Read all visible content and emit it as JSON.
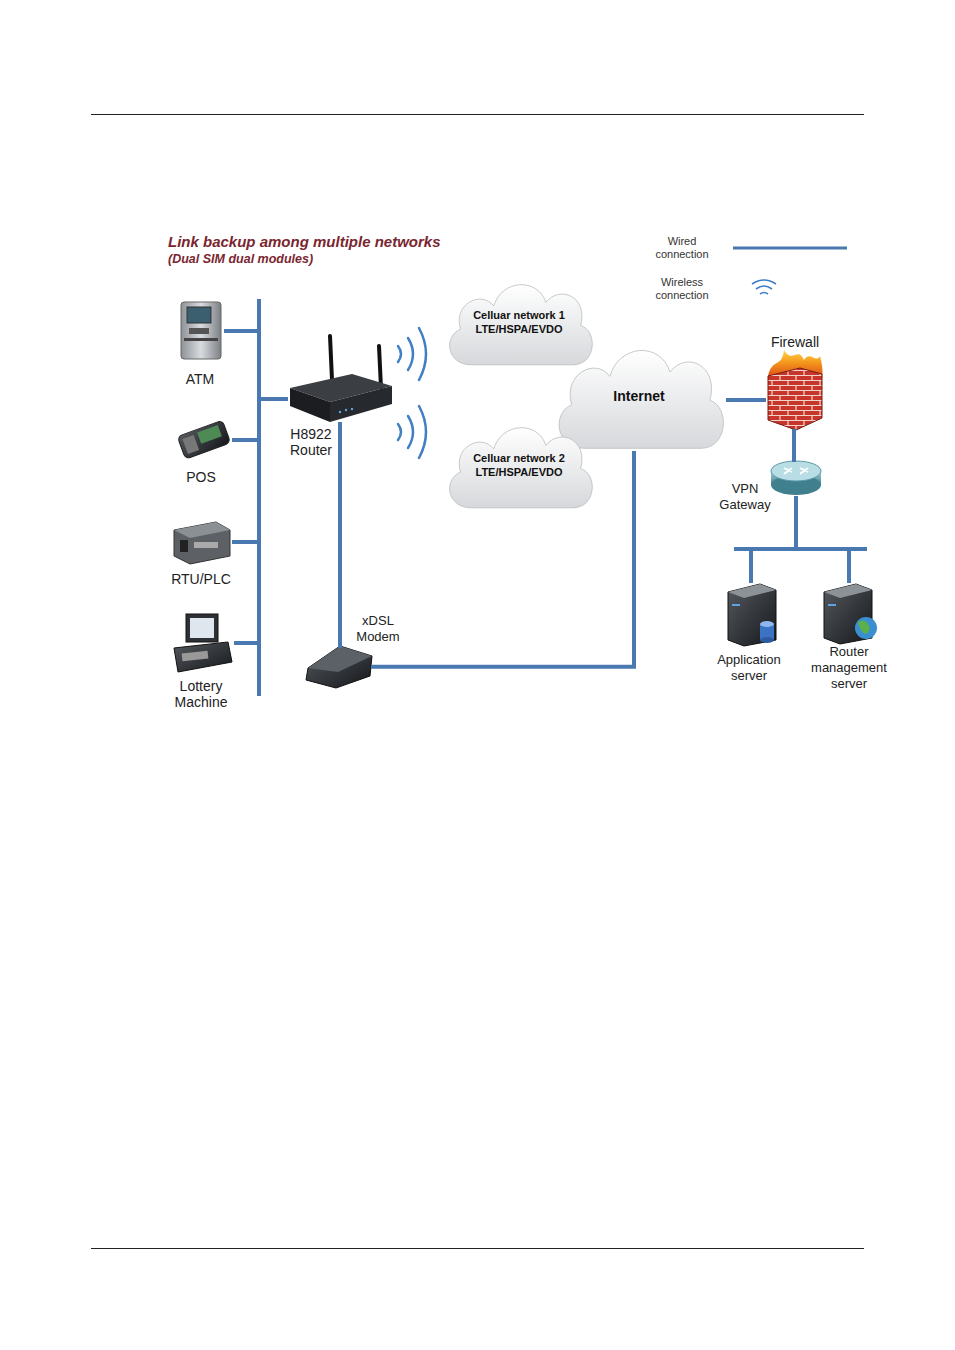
{
  "diagram": {
    "title": "Link backup among multiple networks",
    "nodes": [
      {
        "text": [
          "ATM"
        ]
      },
      {
        "text": [
          "POS"
        ]
      },
      {
        "text": [
          "RTU/PLC"
        ]
      },
      {
        "text": [
          "Lottery Machine"
        ]
      },
      {
        "text": [
          "H8922 Router"
        ]
      },
      {
        "text": [
          "Celluar network 1 LTE/HSPA/EVDO"
        ]
      },
      {
        "text": [
          "Internet"
        ]
      },
      {
        "text": [
          "Celluar network 2 LTE/HSPA/EVDO"
        ]
      },
      {
        "text": [
          "Firewall"
        ]
      },
      {
        "text": [
          "VPN Gateway"
        ]
      },
      {
        "text": [
          "xDSL Modem"
        ]
      },
      {
        "text": [
          "Application server"
        ]
      },
      {
        "text": [
          "Router management server"
        ]
      }
    ],
    "edges": [
      {
        "from": 0,
        "to": 4,
        "arrow": "none"
      },
      {
        "from": 1,
        "to": 4,
        "arrow": "none"
      },
      {
        "from": 2,
        "to": 4,
        "arrow": "none"
      },
      {
        "from": 3,
        "to": 4,
        "arrow": "none"
      },
      {
        "from": 4,
        "to": 10,
        "arrow": "none"
      },
      {
        "from": 10,
        "to": 6,
        "arrow": "none"
      },
      {
        "from": 6,
        "to": 8,
        "arrow": "none"
      },
      {
        "from": 8,
        "to": 9,
        "arrow": "none"
      },
      {
        "from": 9,
        "to": 11,
        "arrow": "none"
      },
      {
        "from": 9,
        "to": 12,
        "arrow": "none"
      }
    ],
    "labels": [
      "(Dual SIM dual modules)"
    ],
    "legend": [
      {
        "text": "Wired connection"
      },
      {
        "text": "Wireless connection"
      }
    ]
  }
}
